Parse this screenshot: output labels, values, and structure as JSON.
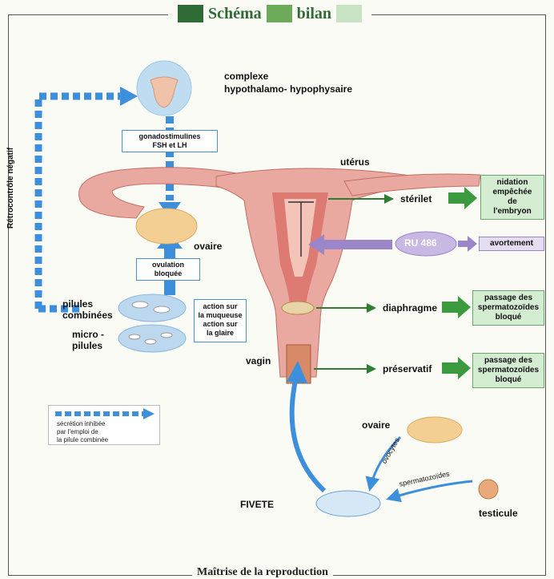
{
  "header": {
    "word1": "Schéma",
    "word2": "bilan"
  },
  "footer": "Maîtrise de la reproduction",
  "labels": {
    "complexe": "complexe",
    "hypothalamo": "hypothalamo- hypophysaire",
    "gonado_1": "gonadostimulines",
    "gonado_2": "FSH et LH",
    "uterus": "utérus",
    "ovaire": "ovaire",
    "ovulation_1": "ovulation",
    "ovulation_2": "bloquée",
    "pilules_1": "pilules",
    "pilules_2": "combinées",
    "micro_1": "micro -",
    "micro_2": "pilules",
    "action_1": "action sur",
    "action_2": "la muqueuse",
    "action_3": "action sur",
    "action_4": "la glaire",
    "vagin": "vagin",
    "sterilet": "stérilet",
    "ru486": "RU 486",
    "diaphragme": "diaphragme",
    "preservatif": "préservatif",
    "ovaire2": "ovaire",
    "ovocytes": "ovocytes",
    "spermatozoides": "spermatozoïdes",
    "fivete": "FIVETE",
    "testicule": "testicule",
    "retro": "Rétrocontrôle négatif"
  },
  "outcomes": {
    "nidation_1": "nidation",
    "nidation_2": "empêchée",
    "nidation_3": "de",
    "nidation_4": "l'embryon",
    "avortement": "avortement",
    "passage1_1": "passage des",
    "passage1_2": "spermatozoïdes",
    "passage1_3": "bloqué",
    "passage2_1": "passage des",
    "passage2_2": "spermatozoïdes",
    "passage2_3": "bloqué"
  },
  "legend": {
    "line1": "sécrétion inhibée",
    "line2": "par l'emploi de",
    "line3": "la pilule combinée"
  },
  "colors": {
    "green_dark": "#2f6b34",
    "green_mid": "#6bab5a",
    "green_light": "#c9e3c5",
    "blue": "#3d8fdc",
    "purple": "#9a86c8",
    "uterus_pink": "#e9a9a0",
    "uterus_red": "#d4554f"
  }
}
